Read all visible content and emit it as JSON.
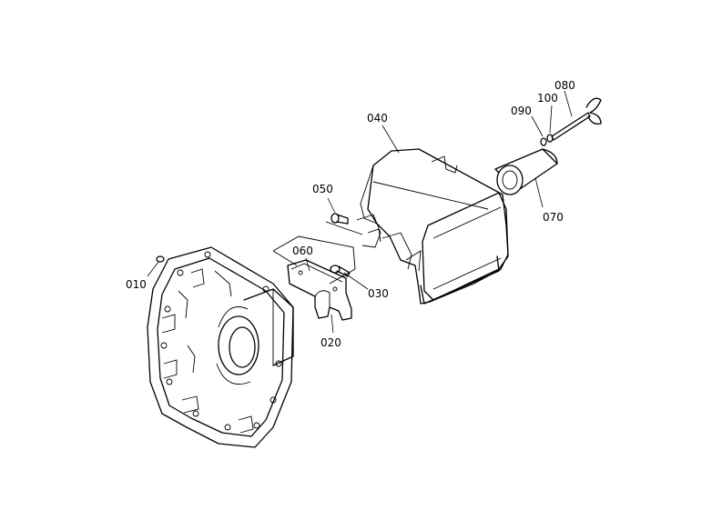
{
  "diagram": {
    "labels": {
      "p010": "010",
      "p020": "020",
      "p030": "030",
      "p040": "040",
      "p050": "050",
      "p060": "060",
      "p070": "070",
      "p080": "080",
      "p090": "090",
      "p100": "100"
    }
  }
}
